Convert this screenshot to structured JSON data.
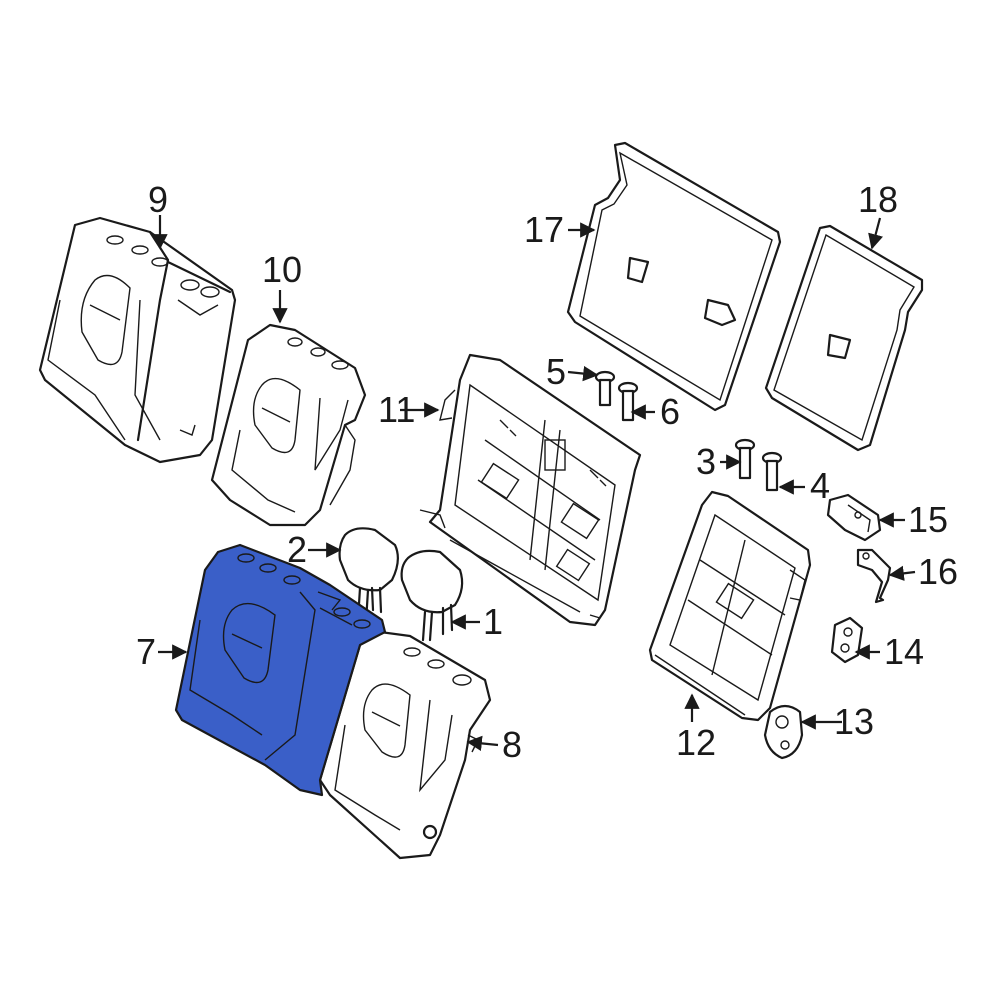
{
  "diagram": {
    "highlight_color": "#3a5fc8",
    "line_color": "#1a1a1a",
    "callouts": [
      "1",
      "2",
      "3",
      "4",
      "5",
      "6",
      "7",
      "8",
      "9",
      "10",
      "11",
      "12",
      "13",
      "14",
      "15",
      "16",
      "17",
      "18"
    ]
  }
}
